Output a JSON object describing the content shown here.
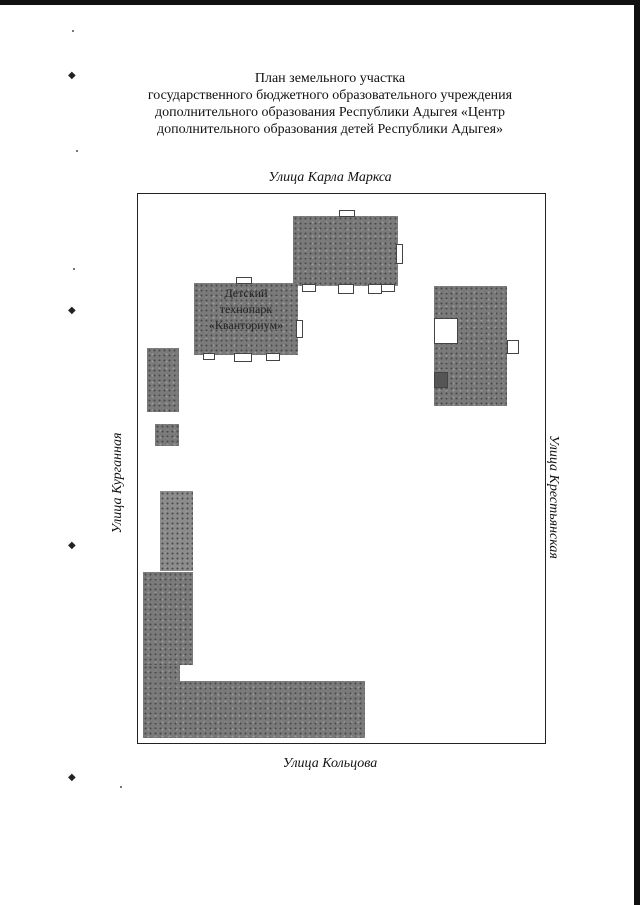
{
  "title": {
    "lines": [
      "План земельного участка",
      "государственного бюджетного образовательного учреждения",
      "дополнительного образования Республики Адыгея «Центр",
      "дополнительного образования детей Республики Адыгея»"
    ]
  },
  "streets": {
    "top": "Улица Карла Маркса",
    "bottom": "Улица Кольцова",
    "left": "Улица Курганная",
    "right": "Улица Крестьянская"
  },
  "building_label": {
    "lines": [
      "Детский",
      "технопарк",
      "«Кванториум»"
    ]
  },
  "colors": {
    "building_fill": "#7a7a7a",
    "plot_border": "#222222"
  }
}
